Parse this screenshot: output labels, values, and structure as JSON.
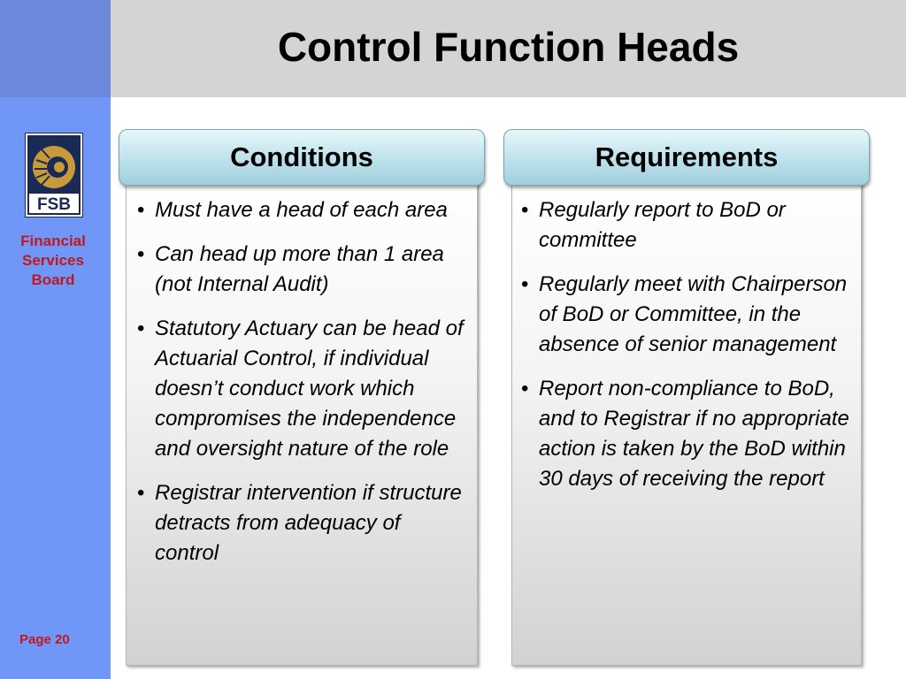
{
  "slide": {
    "title": "Control Function Heads",
    "page_label": "Page 20"
  },
  "branding": {
    "logo_text": "FSB",
    "org_name_line1": "Financial",
    "org_name_line2": "Services",
    "org_name_line3": "Board",
    "colors": {
      "sidebar": "#7096f7",
      "org_text": "#c0181c",
      "logo_navy": "#1a2a55",
      "logo_gold": "#c99a3a"
    }
  },
  "conditions": {
    "heading": "Conditions",
    "items": [
      "Must have a head of each area",
      "Can head up more than 1 area (not Internal Audit)",
      "Statutory Actuary can be head of Actuarial Control, if individual doesn’t conduct work which compromises the independence and oversight nature of the role",
      "Registrar intervention if structure detracts from adequacy of control"
    ]
  },
  "requirements": {
    "heading": "Requirements",
    "items": [
      " Regularly report to BoD or committee",
      " Regularly meet with Chairperson of BoD or Committee, in the absence of senior management",
      "Report non-compliance to BoD, and to Registrar if no appropriate action is taken by the BoD within 30 days of receiving the report"
    ]
  }
}
